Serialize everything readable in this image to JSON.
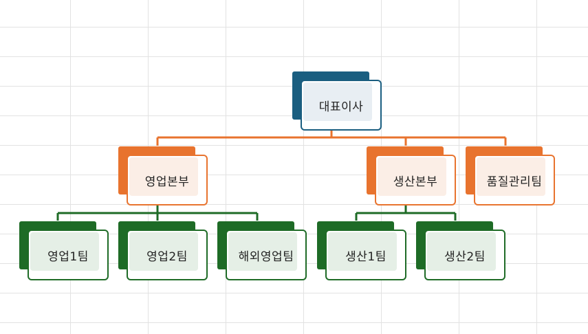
{
  "colors": {
    "executive": "#1a5e80",
    "division": "#e8732e",
    "team": "#1e6b26",
    "gridline": "#e2e2e2"
  },
  "org": {
    "ceo": "대표이사",
    "sales_division": "영업본부",
    "production_division": "생산본부",
    "quality_team": "품질관리팀",
    "sales_team_1": "영업1팀",
    "sales_team_2": "영업2팀",
    "overseas_sales_team": "해외영업팀",
    "production_team_1": "생산1팀",
    "production_team_2": "생산2팀"
  }
}
